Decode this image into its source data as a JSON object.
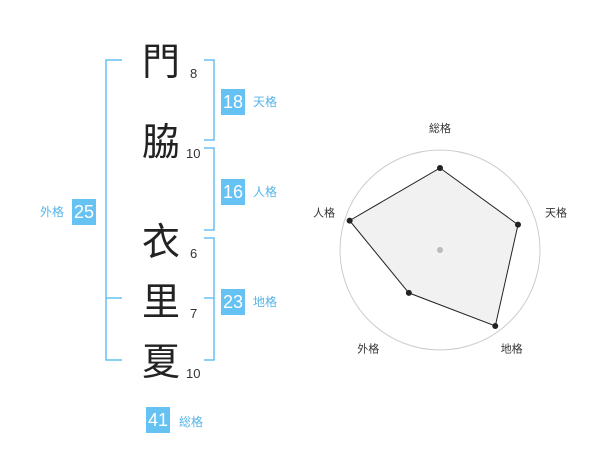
{
  "name": {
    "chars": [
      {
        "char": "門",
        "strokes": 8
      },
      {
        "char": "脇",
        "strokes": 10
      },
      {
        "char": "衣",
        "strokes": 6
      },
      {
        "char": "里",
        "strokes": 7
      },
      {
        "char": "夏",
        "strokes": 10
      }
    ]
  },
  "kakusu": {
    "tenkaku": {
      "value": 18,
      "label": "天格"
    },
    "jinkaku": {
      "value": 16,
      "label": "人格"
    },
    "chikaku": {
      "value": 23,
      "label": "地格"
    },
    "gaikaku": {
      "value": 25,
      "label": "外格"
    },
    "soukaku": {
      "value": 41,
      "label": "総格"
    }
  },
  "colors": {
    "accent": "#66c2f2",
    "accent_text": "#55b5e8",
    "bracket": "#66c2f2",
    "radar_fill": "#eeeeee",
    "radar_stroke": "#222222",
    "radar_ring": "#cccccc"
  },
  "chart_data": {
    "type": "radar",
    "axes": [
      "総格",
      "天格",
      "地格",
      "外格",
      "人格"
    ],
    "values": [
      0.82,
      0.82,
      0.94,
      0.53,
      0.95
    ],
    "rings": 5,
    "range": [
      0,
      1
    ]
  }
}
